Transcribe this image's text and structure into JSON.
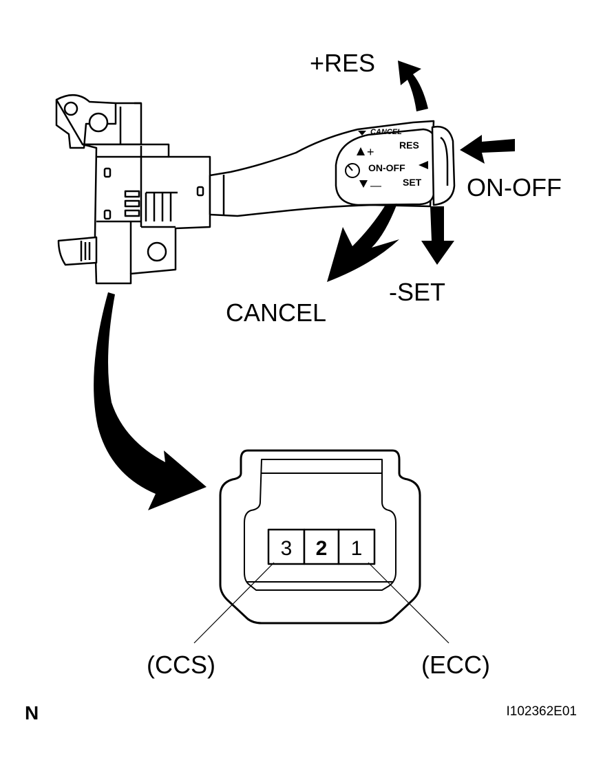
{
  "labels": {
    "res": "+RES",
    "on_off": "ON-OFF",
    "set": "-SET",
    "cancel": "CANCEL",
    "ccs": "(CCS)",
    "ecc": "(ECC)",
    "corner_mark": "N",
    "figure_id": "I102362E01"
  },
  "lever_face": {
    "cancel": "CANCEL",
    "plus": "+",
    "res": "RES",
    "on_off": "ON-OFF",
    "minus": "—",
    "set": "SET"
  },
  "connector": {
    "pins": [
      "3",
      "2",
      "1"
    ]
  }
}
